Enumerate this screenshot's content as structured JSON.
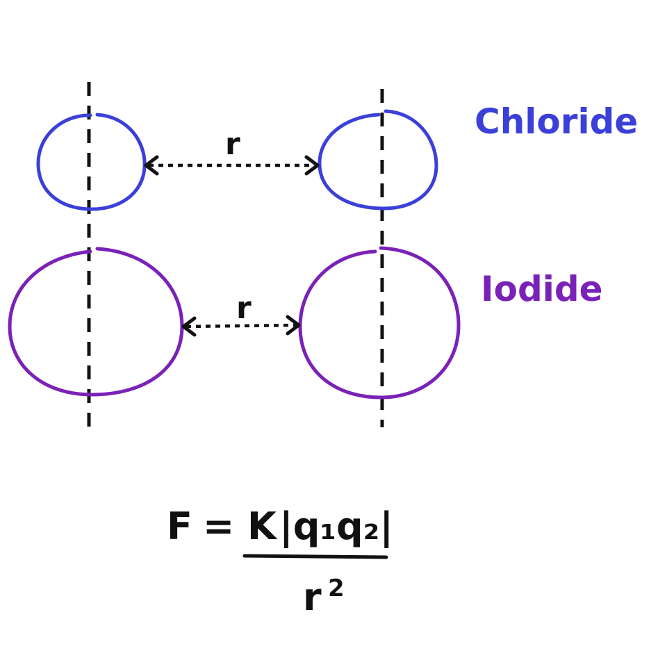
{
  "colors": {
    "ink": "#111111",
    "chloride": "#3a40d8",
    "iodide": "#7a22b8",
    "background": "#ffffff"
  },
  "labels": {
    "chloride": "Chloride",
    "iodide": "Iodide"
  },
  "distances": {
    "chloride_r": "r",
    "iodide_r": "r"
  },
  "equation": {
    "lhs": "F",
    "equals": "=",
    "numerator_k": "K",
    "numerator_charges": "|q₁q₂|",
    "denominator_base": "r",
    "denominator_exp": "2"
  }
}
